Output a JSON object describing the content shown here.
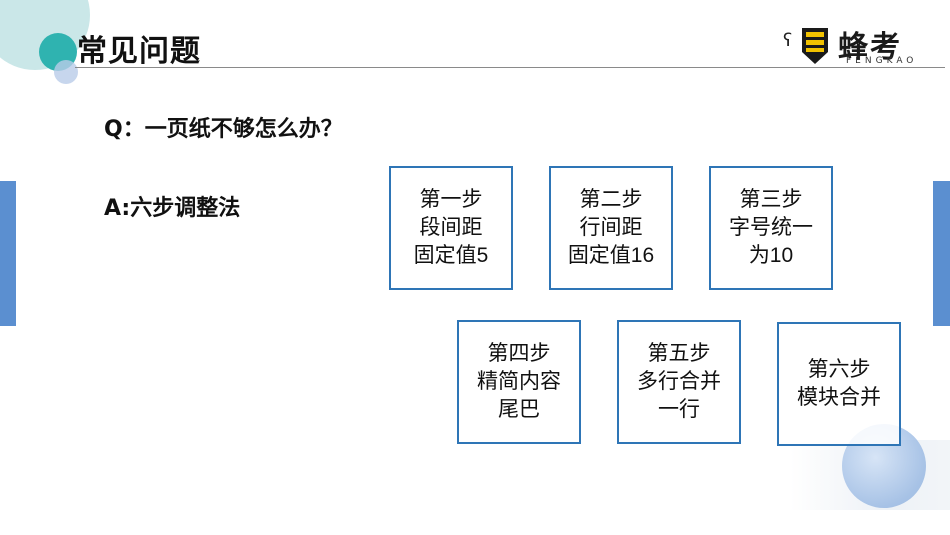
{
  "header": {
    "title": "常见问题",
    "logo_text": "蜂考",
    "logo_sub": "FENGKAO"
  },
  "main": {
    "question": "Q：一页纸不够怎么办？",
    "answer": "A:六步调整法",
    "steps": [
      {
        "text": "第一步\n段间距\n固定值5"
      },
      {
        "text": "第二步\n行间距\n固定值16"
      },
      {
        "text": "第三步\n字号统一\n为10"
      },
      {
        "text": "第四步\n精简内容\n尾巴"
      },
      {
        "text": "第五步\n多行合并\n一行"
      },
      {
        "text": "第六步\n模块合并"
      }
    ]
  },
  "colors": {
    "accent_blue": "#2e75b6",
    "side_bar": "#5b8fd0",
    "teal": "#2fb3b0"
  }
}
